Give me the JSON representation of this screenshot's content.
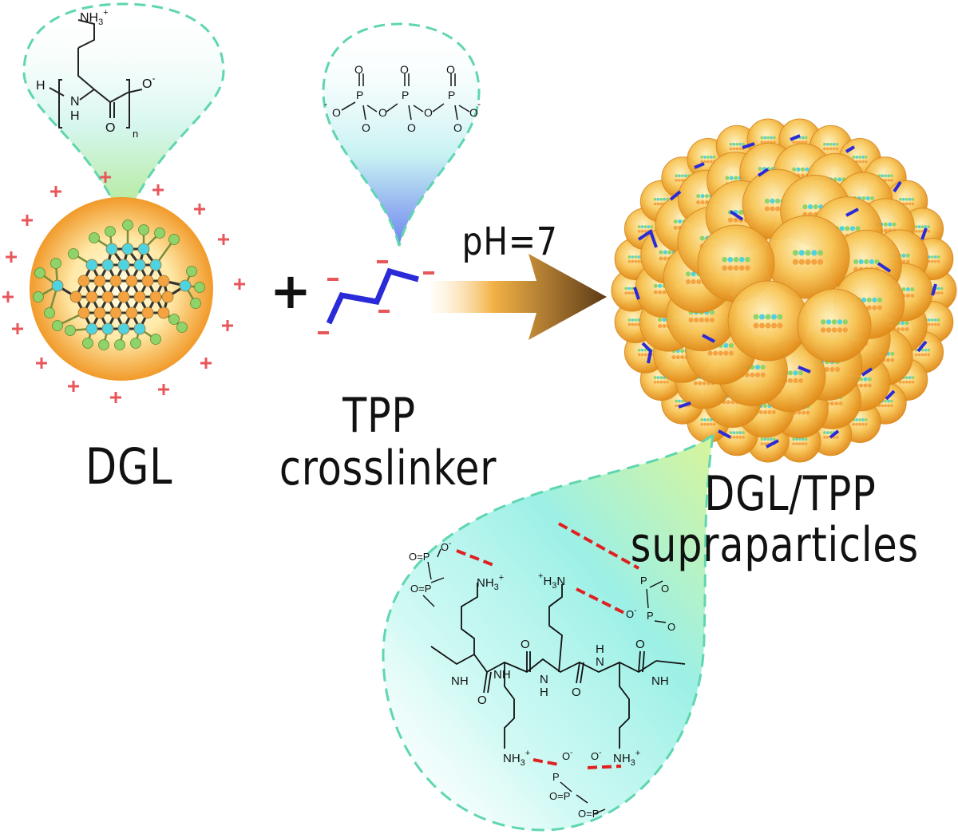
{
  "labels": {
    "dgl": "DGL",
    "tpp_line1": "TPP",
    "tpp_line2": "crosslinker",
    "supra_line1": "DGL/TPP",
    "supra_line2": "supraparticles",
    "condition": "pH=7",
    "plus": "+"
  },
  "chem_text": {
    "nh3": "NH",
    "sub3": "3",
    "plus_sign": "+",
    "minus_sign": "-",
    "h": "H",
    "n": "N",
    "o": "O",
    "p": "P",
    "nh": "NH",
    "n_sub": "n",
    "h3n": "H",
    "h3n_n": "N",
    "o_minus": "O",
    "p_eq_o": "O=P",
    "o_eq_p": "O=P"
  },
  "colors": {
    "positive_charge": "#e8565a",
    "negative_charge": "#e8565a",
    "crosslinker": "#2a2ad8",
    "bubble_border": "#5fd6b0",
    "core_orange": "#f2a93b",
    "lysine_orange": "#f4a340",
    "node_cyan": "#4fd3e0",
    "node_green": "#8fd36a",
    "arrow_dark": "#6e4a1e",
    "ionic_bond": "#e02020"
  }
}
